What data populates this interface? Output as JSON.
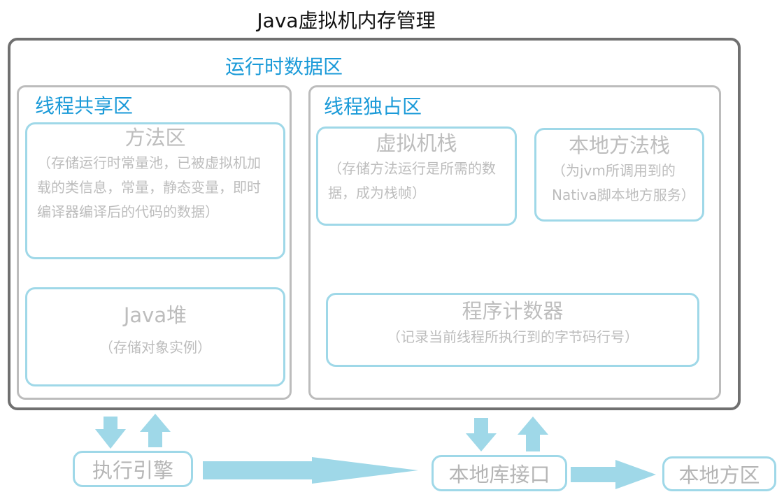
{
  "title": "Java虚拟机内存管理",
  "runtime_area": {
    "label": "运行时数据区"
  },
  "shared_area": {
    "label": "线程共享区",
    "method_area": {
      "name": "方法区",
      "desc": "（存储运行时常量池，已被虚拟机加载的类信息，常量，静态变量，即时编译器编译后的代码的数据）"
    },
    "heap": {
      "name": "Java堆",
      "desc": "（存储对象实例）"
    }
  },
  "private_area": {
    "label": "线程独占区",
    "vm_stack": {
      "name": "虚拟机栈",
      "desc": "（存储方法运行是所需的数据，成为栈帧）"
    },
    "native_stack": {
      "name": "本地方法栈",
      "desc": "（为jvm所调用到的Nativa脚本地方服务）"
    },
    "pc_register": {
      "name": "程序计数器",
      "desc": "（记录当前线程所执行到的字节码行号）"
    }
  },
  "bottom": {
    "engine": "执行引擎",
    "native_interface": "本地库接口",
    "native_area": "本地方区"
  },
  "colors": {
    "box_border": "#9fd8e8",
    "arrow": "#9fd8e8",
    "region_border": "#bcbcbc",
    "outer_border": "#707070",
    "label_blue": "#1a9ad8",
    "text_gray": "#bdbdbd"
  }
}
